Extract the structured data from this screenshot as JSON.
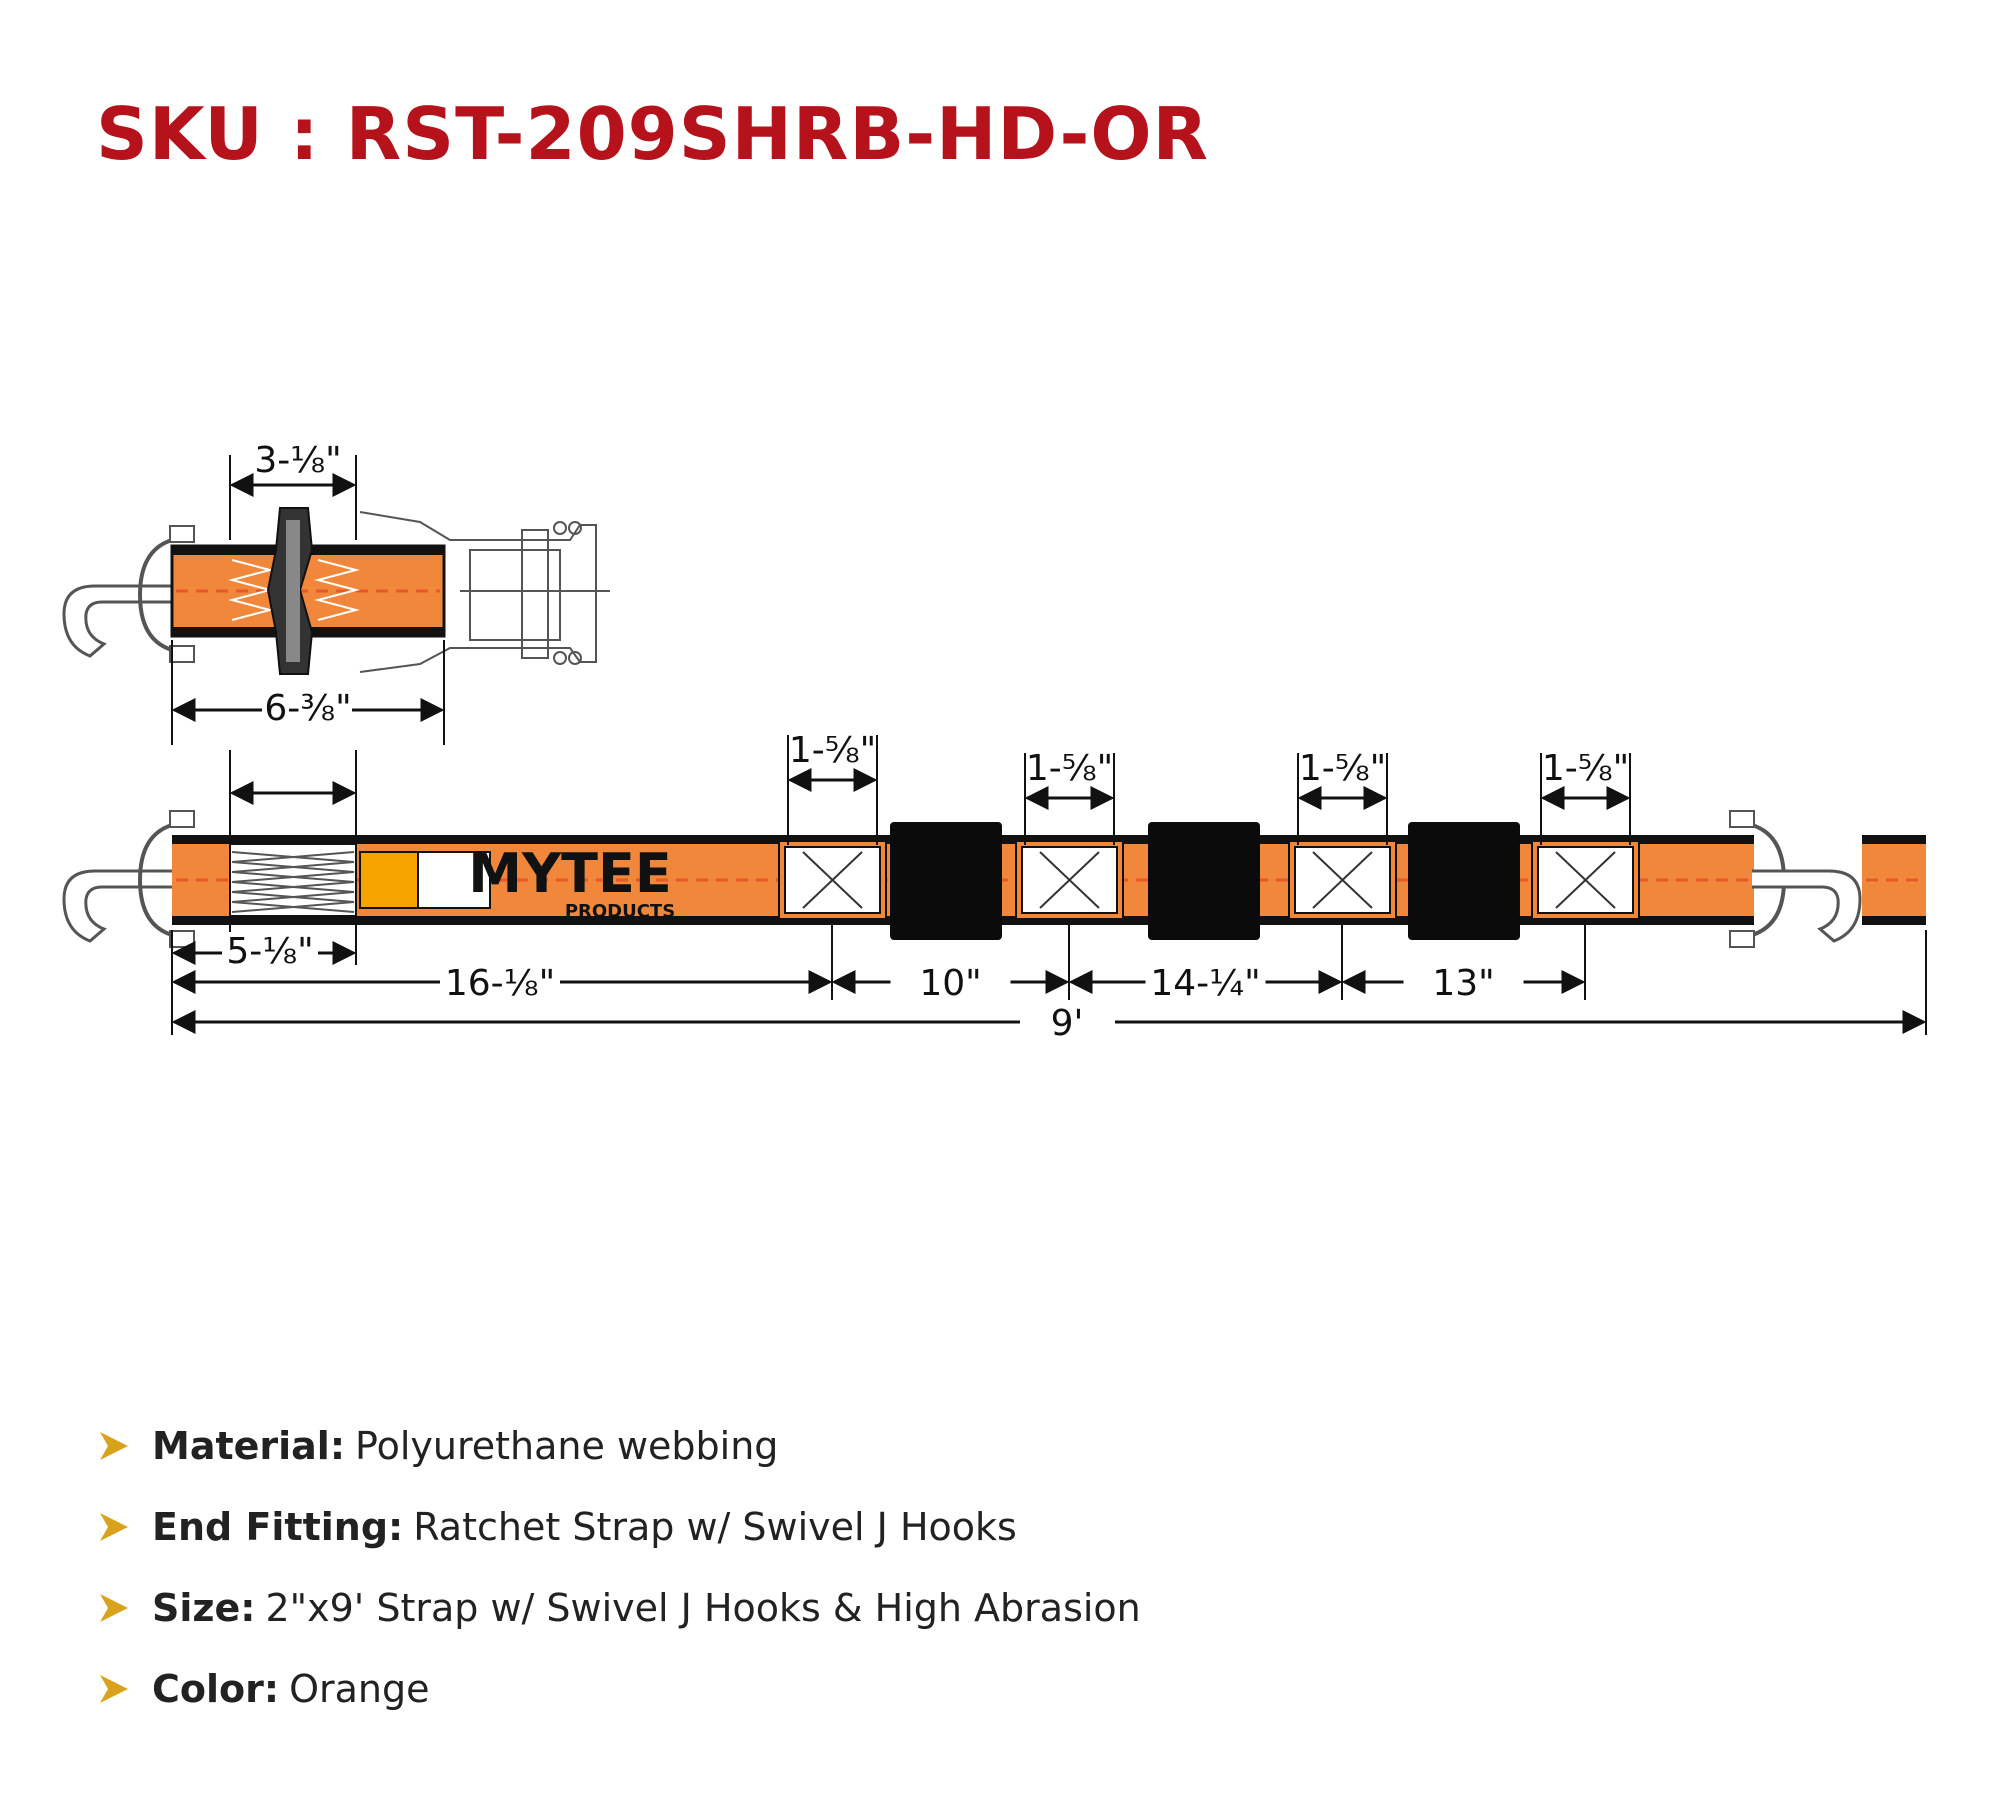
{
  "header": {
    "sku": "SKU : RST-209SHRB-HD-OR"
  },
  "diagram": {
    "ratchet": {
      "handle_width": "3-⅛\"",
      "total_length": "6-⅜\""
    },
    "strap": {
      "sleeve_length": "1-⅝\"",
      "end_section": "5-⅛\"",
      "brand": "MYTEE",
      "brand_sub": "PRODUCTS",
      "first_offset": "16-⅛\"",
      "spacings": [
        "10\"",
        "14-¼\"",
        "13\""
      ],
      "total_length": "9'"
    },
    "colors": {
      "strap": "#f0873a",
      "webbing_edge": "#111111",
      "sleeve": "#0b0b0b",
      "accent": "#f7a400"
    }
  },
  "specs": [
    {
      "label": "Material:",
      "value": "Polyurethane webbing"
    },
    {
      "label": "End Fitting:",
      "value": "Ratchet Strap w/ Swivel J Hooks"
    },
    {
      "label": "Size:",
      "value": "2\"x9' Strap w/ Swivel J Hooks & High Abrasion"
    },
    {
      "label": "Color:",
      "value": "Orange"
    }
  ],
  "icons": {
    "bullet": "chevron-right-icon"
  }
}
